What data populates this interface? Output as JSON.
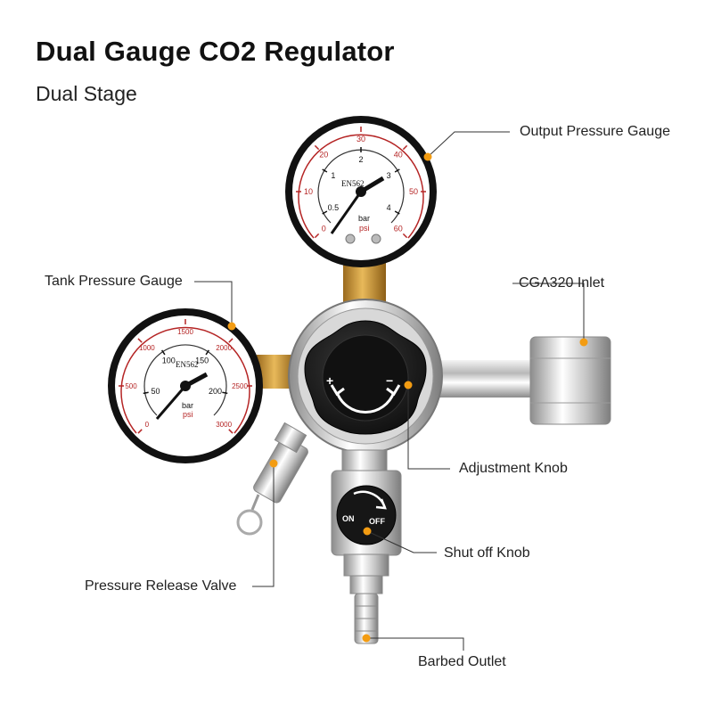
{
  "title": "Dual Gauge CO2 Regulator",
  "subtitle": "Dual Stage",
  "callouts": {
    "output_gauge": "Output Pressure Gauge",
    "tank_gauge": "Tank Pressure Gauge",
    "inlet": "CGA320 Inlet",
    "adjustment_knob": "Adjustment Knob",
    "shutoff_knob": "Shut off Knob",
    "release_valve": "Pressure Release Valve",
    "barbed_outlet": "Barbed Outlet"
  },
  "output_gauge": {
    "brand": "EN562",
    "unit_bar": "bar",
    "unit_psi": "psi",
    "bar_ticks": [
      "0.5",
      "1",
      "2",
      "3",
      "4"
    ],
    "psi_ticks": [
      "0",
      "10",
      "20",
      "30",
      "40",
      "50",
      "60"
    ]
  },
  "tank_gauge": {
    "brand": "EN562",
    "unit_bar": "bar",
    "unit_psi": "psi",
    "bar_ticks": [
      "50",
      "100",
      "150",
      "200"
    ],
    "psi_ticks": [
      "0",
      "500",
      "1000",
      "1500",
      "2000",
      "2500",
      "3000"
    ]
  },
  "knob": {
    "plus": "+",
    "minus": "−"
  },
  "valve": {
    "on": "ON",
    "off": "OFF"
  },
  "colors": {
    "accent": "#f39c12",
    "gauge_red": "#b52525",
    "text": "#222222"
  }
}
